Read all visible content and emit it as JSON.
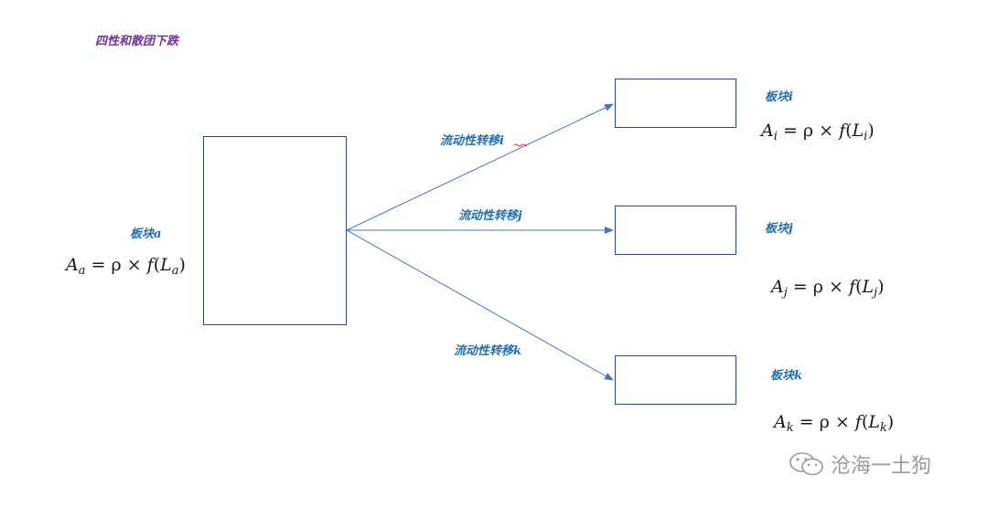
{
  "title": "四性和散团下跌",
  "source": {
    "label": "板块a",
    "formula": {
      "A": "A",
      "sub": "a",
      "eq": " = ρ × ",
      "f": "f",
      "L": "L"
    }
  },
  "targets": [
    {
      "id": "i",
      "label": "板块i",
      "transfer": "流动性转移i",
      "formula": {
        "A": "A",
        "sub": "i",
        "eq": " = ρ × ",
        "f": "f",
        "L": "L"
      }
    },
    {
      "id": "j",
      "label": "板块j",
      "transfer": "流动性转移j",
      "formula": {
        "A": "A",
        "sub": "j",
        "eq": " = ρ × ",
        "f": "f",
        "L": "L"
      }
    },
    {
      "id": "k",
      "label": "板块k",
      "transfer": "流动性转移k",
      "formula": {
        "A": "A",
        "sub": "k",
        "eq": " = ρ × ",
        "f": "f",
        "L": "L"
      }
    }
  ],
  "watermark": {
    "text": "沧海一土狗",
    "icon": "wechat-icon"
  },
  "colors": {
    "line": "#4472c4",
    "box": "#2b4a8c",
    "title": "#7030a0",
    "label": "#1f6fb2"
  }
}
